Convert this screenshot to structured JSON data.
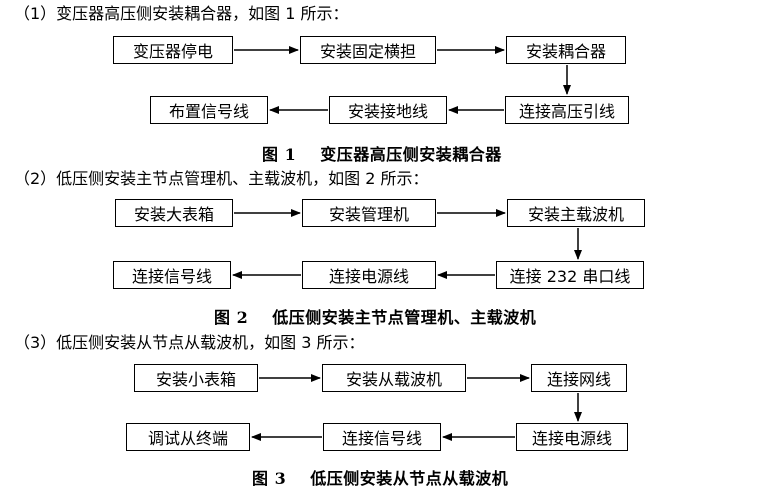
{
  "diagram1": {
    "intro": "（1）变压器高压侧安装耦合器，如图 1 所示：",
    "steps": [
      "变压器停电",
      "安装固定横担",
      "安装耦合器",
      "连接高压引线",
      "安装接地线",
      "布置信号线"
    ],
    "caption_num": "图 1",
    "caption_text": "变压器高压侧安装耦合器"
  },
  "diagram2": {
    "intro": "（2）低压侧安装主节点管理机、主载波机，如图 2 所示：",
    "steps": [
      "安装大表箱",
      "安装管理机",
      "安装主载波机",
      "连接 232 串口线",
      "连接电源线",
      "连接信号线"
    ],
    "caption_num": "图 2",
    "caption_text": "低压侧安装主节点管理机、主载波机"
  },
  "diagram3": {
    "intro": "（3）低压侧安装从节点从载波机，如图 3 所示：",
    "steps": [
      "安装小表箱",
      "安装从载波机",
      "连接网线",
      "连接电源线",
      "连接信号线",
      "调试从终端"
    ],
    "caption_num": "图 3",
    "caption_text": "低压侧安装从节点从载波机"
  }
}
